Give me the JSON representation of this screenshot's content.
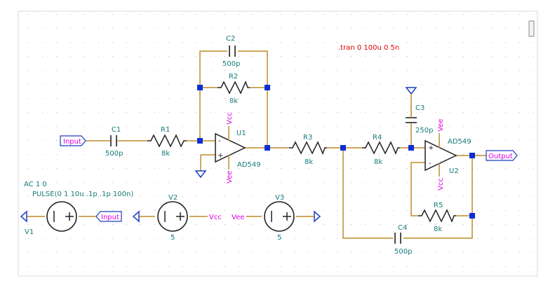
{
  "simulation": {
    "command": ".tran 0 100u 0 5n"
  },
  "colors": {
    "wire": "#c08a2a",
    "component": "#177a7a",
    "net_label": "#e000e0",
    "node": "#0b2fd6",
    "command": "#e00000"
  },
  "components": {
    "c1": {
      "ref": "C1",
      "value": "500p"
    },
    "r1": {
      "ref": "R1",
      "value": "8k"
    },
    "c2": {
      "ref": "C2",
      "value": "500p"
    },
    "r2": {
      "ref": "R2",
      "value": "8k"
    },
    "u1": {
      "ref": "U1",
      "value": "AD549"
    },
    "r3": {
      "ref": "R3",
      "value": "8k"
    },
    "r4": {
      "ref": "R4",
      "value": "8k"
    },
    "c3": {
      "ref": "C3",
      "value": "250p"
    },
    "u2": {
      "ref": "U2",
      "value": "AD549"
    },
    "r5": {
      "ref": "R5",
      "value": "8k"
    },
    "c4": {
      "ref": "C4",
      "value": "500p"
    },
    "v1": {
      "ref": "V1",
      "ac": "AC 1 0",
      "pulse": "PULSE(0 1 10u .1p .1p 100n)"
    },
    "v2": {
      "ref": "V2",
      "value": "5"
    },
    "v3": {
      "ref": "V3",
      "value": "5"
    }
  },
  "nets": {
    "input": "Input",
    "output": "Output",
    "vcc": "Vcc",
    "vee": "Vee"
  }
}
